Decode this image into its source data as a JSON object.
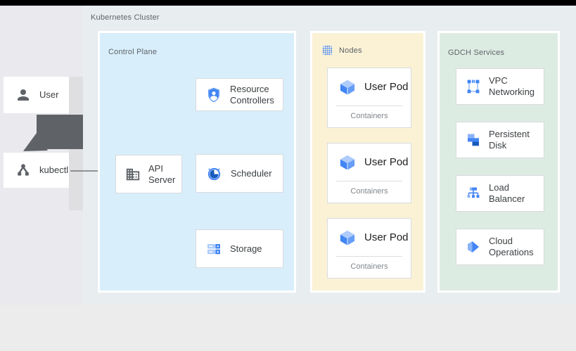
{
  "diagram": {
    "title": "Kubernetes Cluster",
    "actors": {
      "user": "User",
      "kubectl": "kubectl"
    },
    "control_plane": {
      "label": "Control Plane",
      "resource_controllers": "Resource\nControllers",
      "api_server": "API\nServer",
      "scheduler": "Scheduler",
      "storage": "Storage"
    },
    "nodes": {
      "label": "Nodes",
      "pods": [
        {
          "label": "User Pod",
          "sublabel": "Containers"
        },
        {
          "label": "User Pod",
          "sublabel": "Containers"
        },
        {
          "label": "User Pod",
          "sublabel": "Containers"
        }
      ]
    },
    "gdch": {
      "label": "GDCH Services",
      "services": [
        {
          "label": "VPC\nNetworking"
        },
        {
          "label": "Persistent\nDisk"
        },
        {
          "label": "Load\nBalancer"
        },
        {
          "label": "Cloud\nOperations"
        }
      ]
    },
    "colors": {
      "top_bar": "#000000",
      "outer_bg": "#ececec",
      "main_bg": "#e8edf0",
      "left_col_bg": "#e9e9ee",
      "left_strip_bg": "#dfdfe2",
      "control_plane_fill": "#d8eefb",
      "nodes_fill": "#fbf2d6",
      "gdch_fill": "#ddece3",
      "box_border": "#d8dade",
      "label_gray": "#5f6368",
      "text_dark": "#3c4043",
      "text_darker": "#202124",
      "text_muted": "#80868b",
      "connector_gray": "#757575",
      "big_arrow_gray": "#5f6368",
      "accent_blue": "#4285f4",
      "accent_blue_light": "#8ab4f8",
      "accent_blue_pale": "#aecbfa",
      "accent_blue_dark": "#185abc"
    }
  }
}
